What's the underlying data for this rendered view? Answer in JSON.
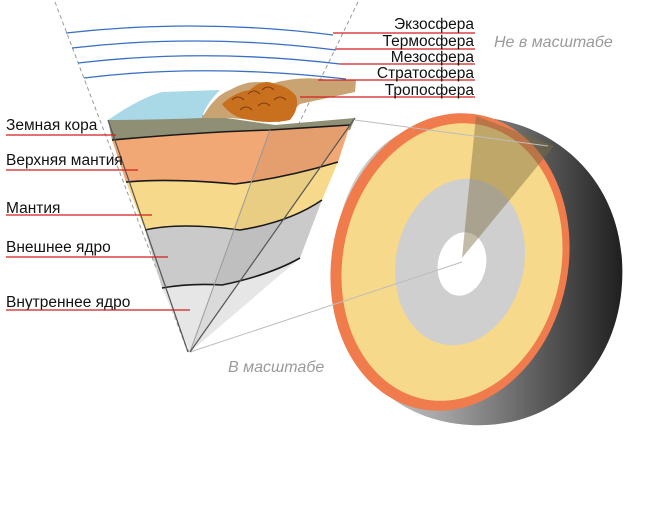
{
  "colors": {
    "atmosphere_line": "#3b6fc4",
    "leader_line": "#d21f1f",
    "ocean": "#a9d8e6",
    "crust": "#8f8f76",
    "upper_mantle": "#f2a874",
    "mantle": "#f6d98a",
    "outer_core": "#cacaca",
    "inner_core": "#e6e6e6",
    "mountain": "#d98c3e",
    "sphere_rim": "#f07c4e",
    "sphere_side_dark": "#262626",
    "sphere_side_light": "#d8d8d8"
  },
  "atmosphere_labels": [
    "Экзосфера",
    "Термосфера",
    "Мезосфера",
    "Стратосфера",
    "Тропосфера"
  ],
  "interior_labels": [
    "Земная кора",
    "Верхняя мантия",
    "Мантия",
    "Внешнее ядро",
    "Внутреннее ядро"
  ],
  "not_to_scale": "Не в масштабе",
  "to_scale": "В масштабе"
}
